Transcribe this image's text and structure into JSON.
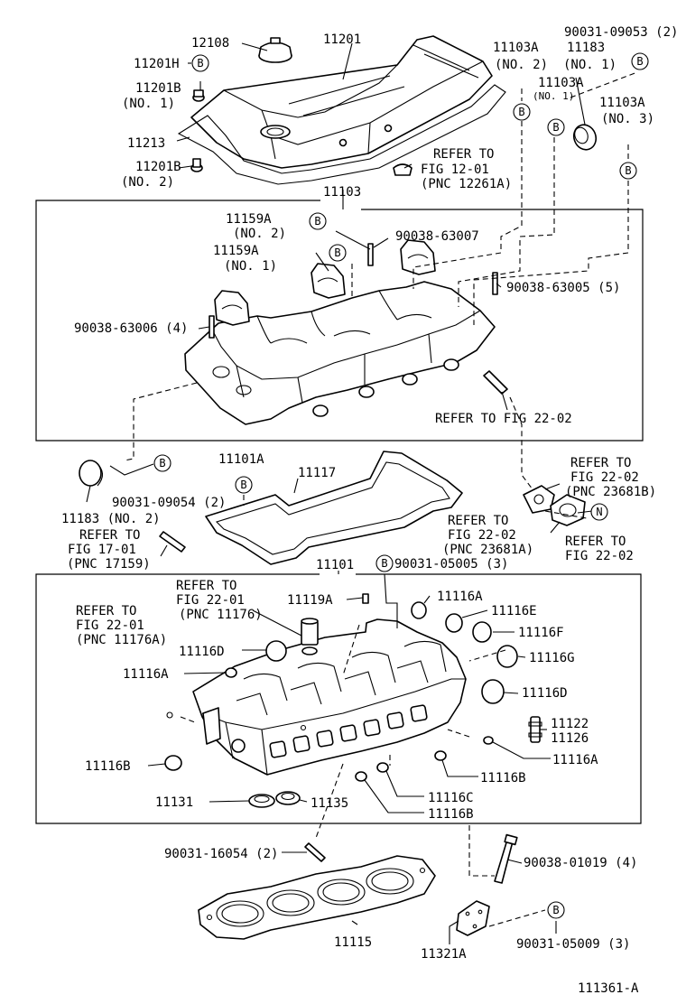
{
  "labels": {
    "p12108": "12108",
    "p11201": "11201",
    "p11201H": "11201H",
    "p11201B_1": "11201B",
    "p11201B_1_sub": "(NO. 1)",
    "p11213": "11213",
    "p11201B_2": "11201B",
    "p11201B_2_sub": "(NO. 2)",
    "p11103A_2": "11103A",
    "p11103A_2_sub": "(NO. 2)",
    "p11183_1": "11183",
    "p11183_1_sub": "(NO. 1)",
    "p90031_09053": "90031-09053 (2)",
    "p11103A_1": "11103A",
    "p11103A_1_sub": "(NO. 1)",
    "p11103A_3": "11103A",
    "p11103A_3_sub": "(NO. 3)",
    "refer_12_01_a": "REFER TO",
    "refer_12_01_b": "FIG 12-01",
    "refer_12_01_c": "(PNC 12261A)",
    "p11103": "11103",
    "p11159A_2": "11159A",
    "p11159A_2_sub": "(NO. 2)",
    "p11159A_1": "11159A",
    "p11159A_1_sub": "(NO. 1)",
    "p90038_63007": "90038-63007",
    "p90038_63005": "90038-63005 (5)",
    "p90038_63006": "90038-63006 (4)",
    "refer_22_02_a": "REFER TO FIG 22-02",
    "p11101A": "11101A",
    "p11117": "11117",
    "p90031_09054": "90031-09054 (2)",
    "p11183_2": "11183 (NO. 2)",
    "refer_22_02_b1": "REFER TO",
    "refer_22_02_b2": "FIG 22-02",
    "refer_22_02_b3": "(PNC 23681B)",
    "refer_22_02_c1": "REFER TO",
    "refer_22_02_c2": "FIG 22-02",
    "refer_22_02_c3": "(PNC 23681A)",
    "refer_22_02_d1": "REFER TO",
    "refer_22_02_d2": "FIG 22-02",
    "refer_17_01_a": "REFER TO",
    "refer_17_01_b": "FIG 17-01",
    "refer_17_01_c": "(PNC 17159)",
    "p11101": "11101",
    "p90031_05005": "90031-05005 (3)",
    "refer_22_01_a1": "REFER TO",
    "refer_22_01_a2": "FIG 22-01",
    "refer_22_01_a3": "(PNC 11176)",
    "refer_22_01_b1": "REFER TO",
    "refer_22_01_b2": "FIG 22-01",
    "refer_22_01_b3": "(PNC 11176A)",
    "p11119A": "11119A",
    "p11116A_top": "11116A",
    "p11116E": "11116E",
    "p11116F": "11116F",
    "p11116G": "11116G",
    "p11116D_right": "11116D",
    "p11116D_left": "11116D",
    "p11116A_left": "11116A",
    "p11122": "11122",
    "p11126": "11126",
    "p11116A_right": "11116A",
    "p11116B_left": "11116B",
    "p11116B_right": "11116B",
    "p11116C": "11116C",
    "p11116B_bottom": "11116B",
    "p11131": "11131",
    "p11135": "11135",
    "p90031_16054": "90031-16054 (2)",
    "p90038_01019": "90038-01019 (4)",
    "p11115": "11115",
    "p11321A": "11321A",
    "p90031_05009": "90031-05009 (3)",
    "fig_id": "111361-A"
  },
  "markers": {
    "b": "B",
    "n": "N"
  },
  "colors": {
    "line": "#000000",
    "background": "#ffffff"
  }
}
